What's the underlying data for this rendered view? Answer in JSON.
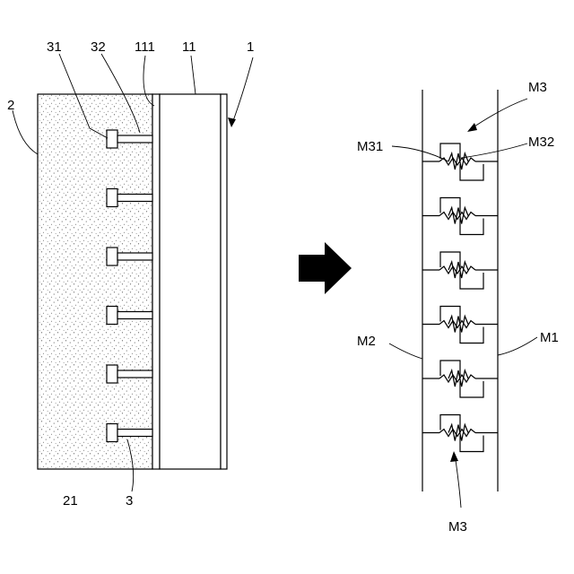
{
  "left_figure": {
    "labels": {
      "wall": "2",
      "panel_assembly": "1",
      "panel": "11",
      "panel_surface": "111",
      "anchor_head": "31",
      "anchor_shaft": "32",
      "anchor": "3",
      "concrete": "21"
    },
    "anchor_count": 6
  },
  "arrow": {
    "direction": "right",
    "color": "#000000"
  },
  "right_figure": {
    "labels": {
      "model": "M3",
      "model_bottom": "M3",
      "element_left": "M31",
      "element_right": "M32",
      "member_left": "M2",
      "member_right": "M1"
    },
    "unit_count": 6
  }
}
